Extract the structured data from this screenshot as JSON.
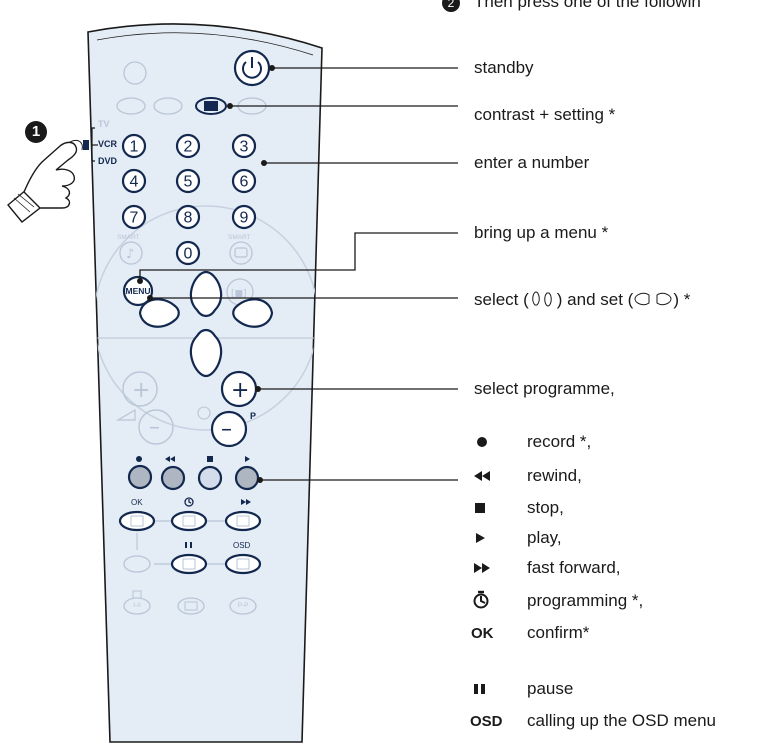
{
  "header": {
    "step_num": "2",
    "text": "Then press one of the followin"
  },
  "step1_badge": "1",
  "selector": {
    "tv": "TV",
    "vcr": "VCR",
    "dvd": "DVD"
  },
  "remote": {
    "digits": [
      "1",
      "2",
      "3",
      "4",
      "5",
      "6",
      "7",
      "8",
      "9",
      "0"
    ],
    "smart_left": "SMART",
    "smart_right": "SMART",
    "menu": "MENU",
    "p_label": "P",
    "ok": "OK",
    "osd": "OSD",
    "i_ii": "I-II",
    "p_p": "P-P"
  },
  "callouts": {
    "standby": "standby",
    "contrast": "contrast + setting *",
    "number": "enter a number",
    "menu": "bring up a menu *",
    "select": "select (",
    "select_mid": ") and set (",
    "select_end": ") *",
    "programme": "select programme,"
  },
  "legend": [
    {
      "icon": "record-icon",
      "text": "record *,"
    },
    {
      "icon": "rewind-icon",
      "text": "rewind,"
    },
    {
      "icon": "stop-icon",
      "text": "stop,"
    },
    {
      "icon": "play-icon",
      "text": "play,"
    },
    {
      "icon": "fast-forward-icon",
      "text": "fast forward,"
    },
    {
      "icon": "timer-icon",
      "text": "programming *,"
    },
    {
      "symbol": "OK",
      "text": "confirm*"
    },
    {
      "icon": "pause-icon",
      "text": "pause"
    },
    {
      "symbol": "OSD",
      "text": "calling up the OSD menu"
    }
  ],
  "colors": {
    "remote_body": "#e4ecf5",
    "remote_outline": "#1a1a1a",
    "button_navy": "#13284f",
    "button_faint": "#b9c6d8",
    "color_key_grey": "#aeb6c1",
    "color_key_lightblue": "#d3dcea"
  }
}
